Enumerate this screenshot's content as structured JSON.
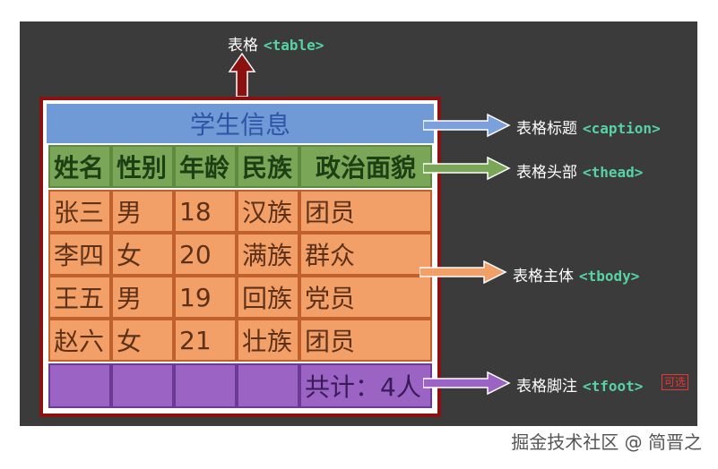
{
  "title_label": {
    "text": "表格",
    "code": "<table>"
  },
  "caption": "学生信息",
  "headers": [
    "姓名",
    "性别",
    "年龄",
    "民族",
    "政治面貌"
  ],
  "rows": [
    [
      "张三",
      "男",
      "18",
      "汉族",
      "团员"
    ],
    [
      "李四",
      "女",
      "20",
      "满族",
      "群众"
    ],
    [
      "王五",
      "男",
      "19",
      "回族",
      "党员"
    ],
    [
      "赵六",
      "女",
      "21",
      "壮族",
      "团员"
    ]
  ],
  "footer_row": [
    "",
    "",
    "",
    "",
    "共计：4人"
  ],
  "annotations": [
    {
      "text": "表格标题",
      "code": "<caption>",
      "arrow_color": "#7ba0dc"
    },
    {
      "text": "表格头部",
      "code": "<thead>",
      "arrow_color": "#79a657"
    },
    {
      "text": "表格主体",
      "code": "<tbody>",
      "arrow_color": "#f3a068"
    },
    {
      "text": "表格脚注",
      "code": "<tfoot>",
      "arrow_color": "#9a63c4"
    }
  ],
  "optional_badge": "可选",
  "credit": "掘金技术社区 @ 简晋之",
  "colors": {
    "background_panel": "#3b3b3b",
    "table_border": "#8b1010",
    "caption": "#6f9ad6",
    "thead": "#79a657",
    "tbody": "#f3a068",
    "tfoot": "#9a63c4",
    "code_text": "#55d3a4"
  }
}
